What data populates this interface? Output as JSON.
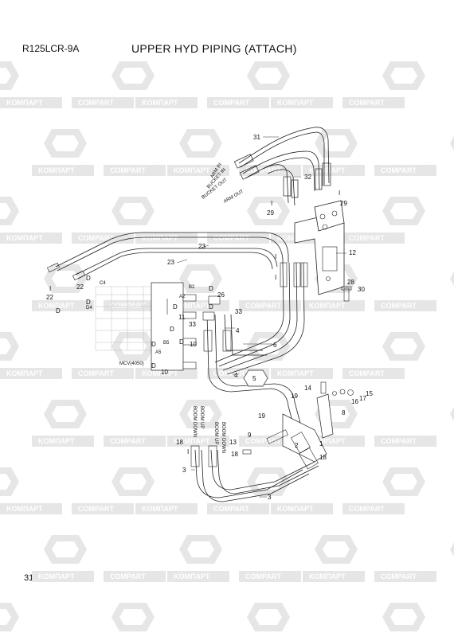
{
  "header": {
    "model": "R125LCR-9A",
    "title": "UPPER HYD PIPING (ATTACH)"
  },
  "footer": {
    "page_number": "3110"
  },
  "watermark": {
    "brand_a": "KOMПAPT",
    "brand_b": "COMPART"
  },
  "diagram": {
    "parts": {
      "p1": "1",
      "p2": "2",
      "p3": "3",
      "p3b": "3",
      "p4": "4",
      "p4b": "4",
      "p5": "5",
      "p6": "6",
      "p8": "8",
      "p9": "9",
      "p10": "10",
      "p10b": "10",
      "p11": "11",
      "p12": "12",
      "p13": "13",
      "p14": "14",
      "p15": "15",
      "p16": "16",
      "p17": "17",
      "p18": "18",
      "p18b": "18",
      "p18c": "18",
      "p19": "19",
      "p19b": "19",
      "p22": "22",
      "p22b": "22",
      "p23": "23",
      "p23b": "23",
      "p26": "26",
      "p28": "28",
      "p29": "29",
      "p29b": "29",
      "p30": "30",
      "p31": "31",
      "p32": "32",
      "p33": "33",
      "p33b": "33"
    },
    "markers": {
      "d": "D",
      "i": "I"
    },
    "ports": {
      "c4": "C4",
      "d4": "D4",
      "b2": "B2",
      "a2": "A2",
      "b5": "B5",
      "a5": "A5"
    },
    "mcv": "MCV(4050)",
    "hose_labels": {
      "arm_in": "ARM IN",
      "bucket_in": "BUCKET IN",
      "bucket_out": "BUCKET OUT",
      "arm_out": "ARM OUT",
      "boom_down_1": "BOOM DOWN",
      "boom_up_1": "BOOM UP",
      "boom_up_2": "BOOM UP",
      "boom_down_2": "BOOM DOWN"
    }
  }
}
